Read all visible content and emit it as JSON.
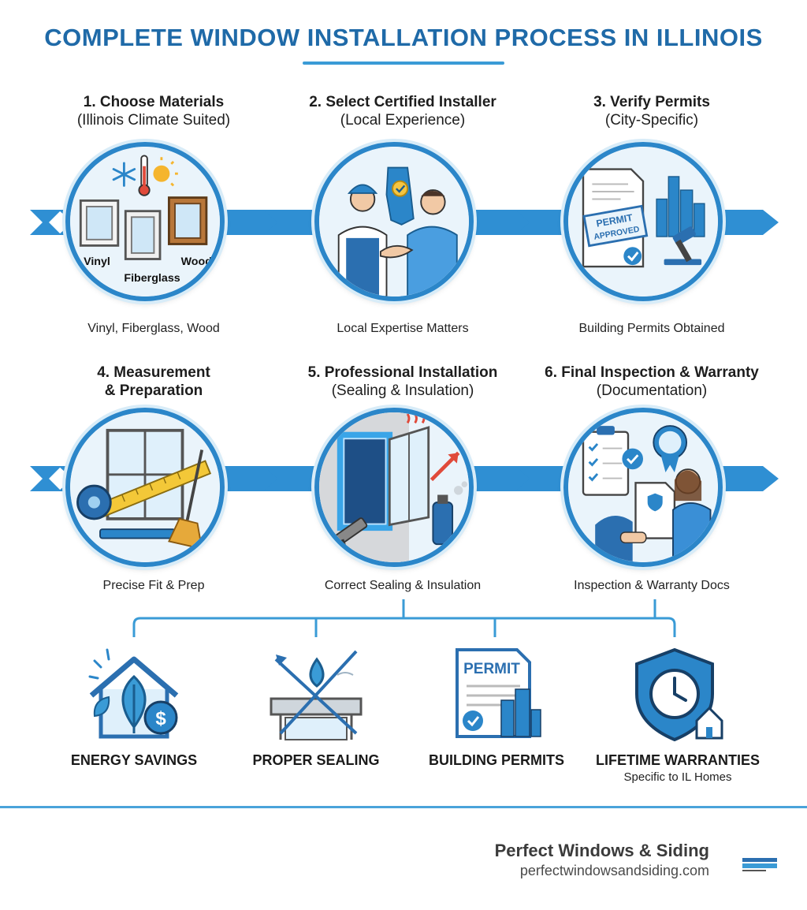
{
  "title": "COMPLETE WINDOW INSTALLATION PROCESS IN ILLINOIS",
  "steps": [
    {
      "heading": "1. Choose Materials",
      "sub": "(Illinois Climate Suited)",
      "caption": "Vinyl, Fiberglass, Wood",
      "labels": {
        "vinyl": "Vinyl",
        "fiberglass": "Fiberglass",
        "wood": "Wood"
      }
    },
    {
      "heading": "2. Select Certified Installer",
      "sub": "(Local Experience)",
      "caption": "Local Expertise Matters"
    },
    {
      "heading": "3. Verify Permits",
      "sub": "(City-Specific)",
      "caption": "Building Permits Obtained",
      "labels": {
        "permit": "PERMIT",
        "approved": "APPROVED"
      }
    },
    {
      "heading": "4. Measurement",
      "heading2": "& Preparation",
      "caption": "Precise Fit & Prep"
    },
    {
      "heading": "5. Professional Installation",
      "sub": "(Sealing & Insulation)",
      "caption": "Correct Sealing & Insulation"
    },
    {
      "heading": "6. Final Inspection & Warranty",
      "sub": "(Documentation)",
      "caption": "Inspection & Warranty Docs"
    }
  ],
  "benefits": [
    {
      "label": "ENERGY SAVINGS",
      "sub": "",
      "icon": "house-leaf-dollar-icon"
    },
    {
      "label": "PROPER SEALING",
      "sub": "",
      "icon": "seal-drop-icon"
    },
    {
      "label": "BUILDING PERMITS",
      "sub": "",
      "icon": "permit-document-icon",
      "icon_text": "PERMIT"
    },
    {
      "label": "LIFETIME WARRANTIES",
      "sub": "Specific to IL Homes",
      "icon": "shield-clock-icon"
    }
  ],
  "footer": {
    "brand": "Perfect Windows & Siding",
    "url": "perfectwindowsandsiding.com"
  },
  "colors": {
    "primary": "#1f6aa8",
    "accent": "#3a9bd6",
    "band": "#2f8fd3"
  }
}
